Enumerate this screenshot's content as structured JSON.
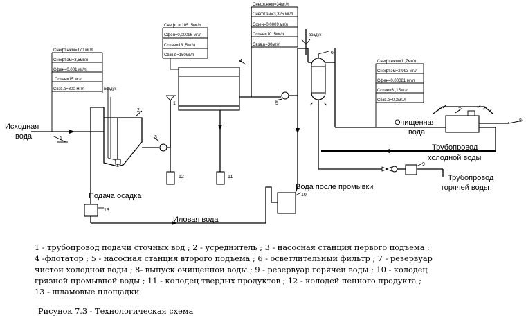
{
  "labels": {
    "source_water_1": "Исходная",
    "source_water_2": "вода",
    "air_1": "воздух",
    "air_2": "воздух",
    "clean_water_1": "Очищенная",
    "clean_water_2": "вода",
    "cold_pipe_1": "Трубопровод",
    "cold_pipe_2": "холодной воды",
    "hot_pipe_1": "Трубопровод",
    "hot_pipe_2": "горячей воды",
    "sludge_feed": "Подача осадка",
    "wash_water": "Вода после промывки",
    "silt_water": "Иловая вода"
  },
  "numbers": {
    "n1": "1",
    "n1b": "1",
    "n2": "2",
    "n3": "3",
    "n4": "4",
    "n5": "5",
    "n6": "6",
    "n7": "7",
    "n8": "8",
    "n9": "9",
    "n10": "10",
    "n11": "11",
    "n12": "12",
    "n13": "13"
  },
  "tables": {
    "t1": [
      "Снефт.нжм=170 мг/л",
      "Снефт.эм=3,5мг/л",
      "Сфен=0,001 мг/л",
      "Сспав=15 мг/л",
      "Свзв.в=300 мг/л"
    ],
    "t2": [
      "Снефт = 105 ,5мг/л",
      "Сфен=0,00096 мг/л",
      "Сспав=13 ,5мг/л",
      "Свзв.в=150мг/л"
    ],
    "t3": [
      "Снефт.нжм=34мг/л",
      "Снефт.эм=3,325 мг/л",
      "Сфен=0,0009 мг/л",
      "Сспав=10 ,5мг/л",
      "Свзв.в=30мг/л"
    ],
    "t4": [
      "Снефт.нжм=1 ,7мг/л",
      "Снефт.эм=2,993 мг/л",
      "Сфен=0,00081 мг/л",
      "Сспав=3 ,15мг/л",
      "Свзв.в=0,3мг/л"
    ]
  },
  "legend": [
    "1 - трубопровод подачи сточных вод",
    "; 2 - усреднитель",
    "; 3 - насосная станция первого подъема",
    ";",
    "4 -флотатор",
    "; 5 - насосная станция второго подъема",
    "; 6 - осветлительный фильтр",
    "; 7 - резервуар",
    "чистой холодной воды",
    "; 8- выпуск очищенной воды",
    "; 9 - резервуар горячей воды",
    "; 10 - колодец",
    "грязной промывной воды",
    "; 11 - колодец твердых продуктов",
    "; 12 - колодей пенного продукта",
    ";",
    "13 - шламовые площадки"
  ],
  "caption": "Рисунок 7.3 - Технологическая схема"
}
